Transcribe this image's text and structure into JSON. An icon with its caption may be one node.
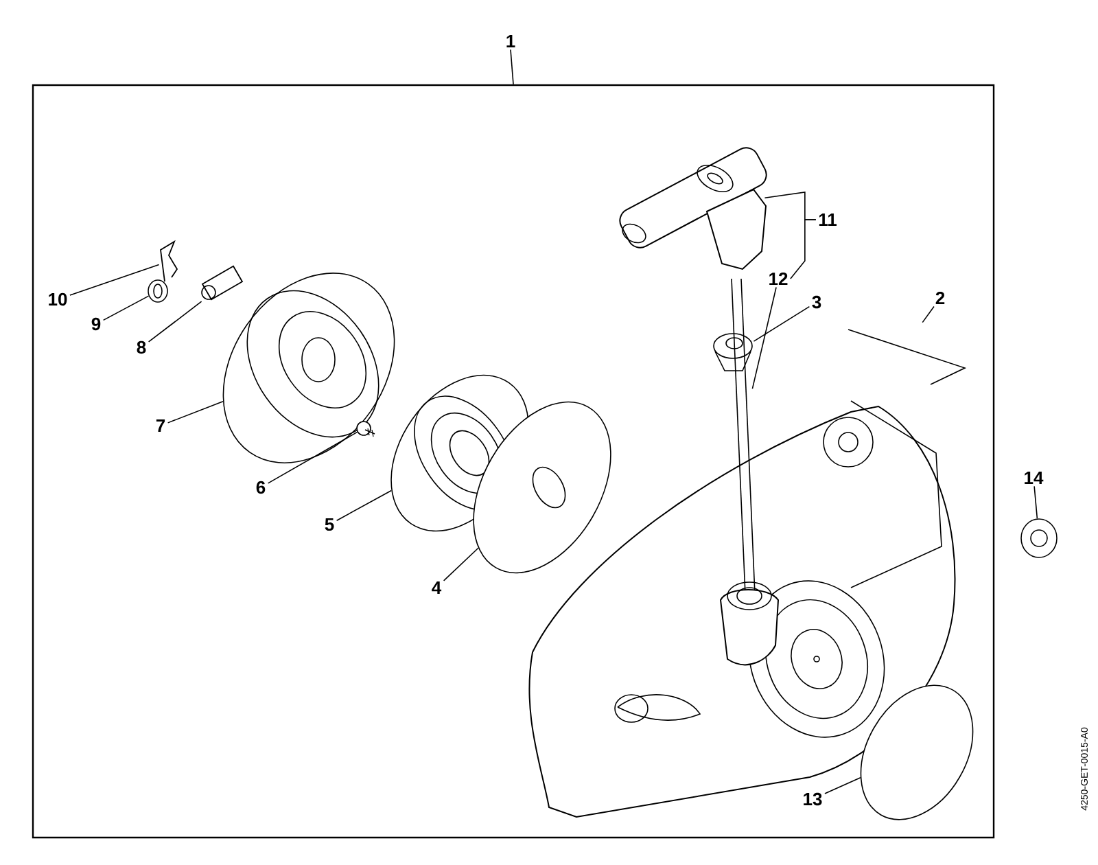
{
  "diagram": {
    "nodes": [
      {
        "text": [
          "1"
        ]
      },
      {
        "text": [],
        "shape": "box"
      },
      {
        "text": [
          "11"
        ],
        "in": 1
      },
      {
        "text": [],
        "shape": "picture",
        "in": 1
      },
      {
        "text": [
          "12"
        ],
        "in": 1
      },
      {
        "text": [],
        "shape": "picture",
        "in": 1
      },
      {
        "text": [
          "3"
        ],
        "in": 1
      },
      {
        "text": [],
        "shape": "picture",
        "in": 1
      },
      {
        "text": [
          "2"
        ],
        "in": 1
      },
      {
        "text": [],
        "shape": "picture",
        "in": 1
      },
      {
        "text": [
          "10"
        ],
        "in": 1
      },
      {
        "text": [],
        "shape": "picture",
        "in": 1
      },
      {
        "text": [
          "9"
        ],
        "in": 1
      },
      {
        "text": [],
        "shape": "picture",
        "in": 1
      },
      {
        "text": [
          "8"
        ],
        "in": 1
      },
      {
        "text": [],
        "shape": "picture",
        "in": 1
      },
      {
        "text": [
          "7"
        ],
        "in": 1
      },
      {
        "text": [],
        "shape": "picture",
        "in": 1
      },
      {
        "text": [
          "6"
        ],
        "in": 1
      },
      {
        "text": [],
        "shape": "picture",
        "in": 1
      },
      {
        "text": [
          "5"
        ],
        "in": 1
      },
      {
        "text": [],
        "shape": "picture",
        "in": 1
      },
      {
        "text": [
          "4"
        ],
        "in": 1
      },
      {
        "text": [],
        "shape": "picture",
        "in": 1
      },
      {
        "text": [
          "13"
        ],
        "in": 1
      },
      {
        "text": [],
        "shape": "picture",
        "in": 1
      },
      {
        "text": [
          "14"
        ]
      },
      {
        "text": [],
        "shape": "picture"
      }
    ],
    "edges": [
      {
        "from": 0,
        "to": 1,
        "arrow": "none"
      },
      {
        "from": 2,
        "to": 3,
        "arrow": "none"
      },
      {
        "from": 2,
        "to": 4,
        "arrow": "none"
      },
      {
        "from": 4,
        "to": 5,
        "arrow": "none"
      },
      {
        "from": 6,
        "to": 7,
        "arrow": "none"
      },
      {
        "from": 8,
        "to": 9,
        "arrow": "none"
      },
      {
        "from": 10,
        "to": 11,
        "arrow": "none"
      },
      {
        "from": 12,
        "to": 13,
        "arrow": "none"
      },
      {
        "from": 14,
        "to": 15,
        "arrow": "none"
      },
      {
        "from": 16,
        "to": 17,
        "arrow": "none"
      },
      {
        "from": 18,
        "to": 19,
        "arrow": "none"
      },
      {
        "from": 20,
        "to": 21,
        "arrow": "none"
      },
      {
        "from": 22,
        "to": 23,
        "arrow": "none"
      },
      {
        "from": 24,
        "to": 25,
        "arrow": "none"
      },
      {
        "from": 26,
        "to": 27,
        "arrow": "none"
      }
    ],
    "labels": [
      "4250-GET-0015-A0"
    ]
  }
}
